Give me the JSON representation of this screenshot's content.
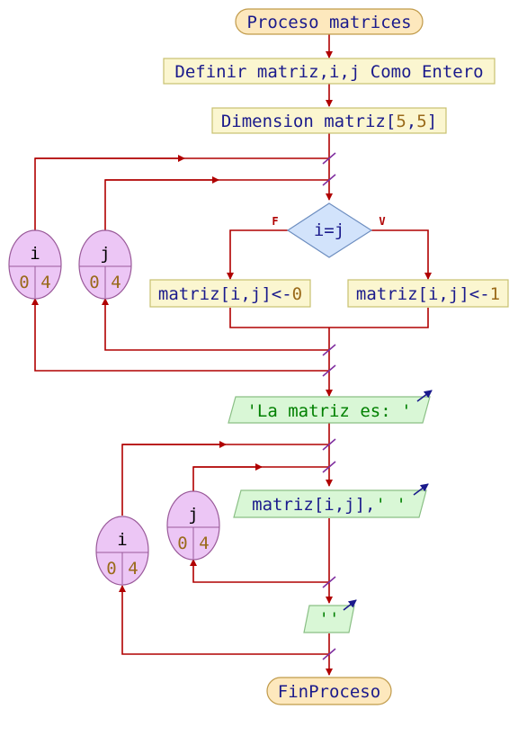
{
  "colors": {
    "line": "#b00000",
    "slash": "#8030a0",
    "loop_fill": "#ecc6f5",
    "loop_stroke": "#9a5a9a",
    "proc_fill": "#fbf6d0",
    "proc_stroke": "#c8c070",
    "term_fill": "#fde8bd",
    "term_stroke": "#c09a4a",
    "io_fill": "#d9f7d6",
    "io_stroke": "#8abf85",
    "dec_fill": "#d2e3fb",
    "dec_stroke": "#6d8ec0",
    "text_blue": "#1a1a8c",
    "text_number": "#9a6a1a",
    "text_string": "#008000",
    "text_black": "#000000",
    "io_arrow": "#1a1a8c"
  },
  "nodes": {
    "start": "Proceso matrices",
    "define": {
      "kw": "Definir",
      "body": " matriz,i,j ",
      "kw2": "Como Entero"
    },
    "dimension": {
      "kw": "Dimension",
      "body": " matriz",
      "open": "[",
      "n1": "5",
      "comma": ",",
      "n2": "5",
      "close": "]"
    },
    "decision": "i=j",
    "false_label": "F",
    "true_label": "V",
    "assign_false": {
      "var": "matriz",
      "ob": "[",
      "idx": "i,j",
      "cb": "]",
      "op": "<-",
      "num": "0"
    },
    "assign_true": {
      "var": "matriz",
      "ob": "[",
      "idx": "i,j",
      "cb": "]",
      "op": "<-",
      "num": "1"
    },
    "print_title": "'La matriz es: '",
    "print_row": {
      "var": "matriz",
      "ob": "[",
      "idx": "i,j",
      "cb": "]",
      "comma": ",",
      "str": "' '"
    },
    "print_empty": "''",
    "end": "FinProceso"
  },
  "loops": [
    {
      "var": "i",
      "from": "0",
      "to": "4"
    },
    {
      "var": "j",
      "from": "0",
      "to": "4"
    },
    {
      "var": "i",
      "from": "0",
      "to": "4"
    },
    {
      "var": "j",
      "from": "0",
      "to": "4"
    }
  ]
}
